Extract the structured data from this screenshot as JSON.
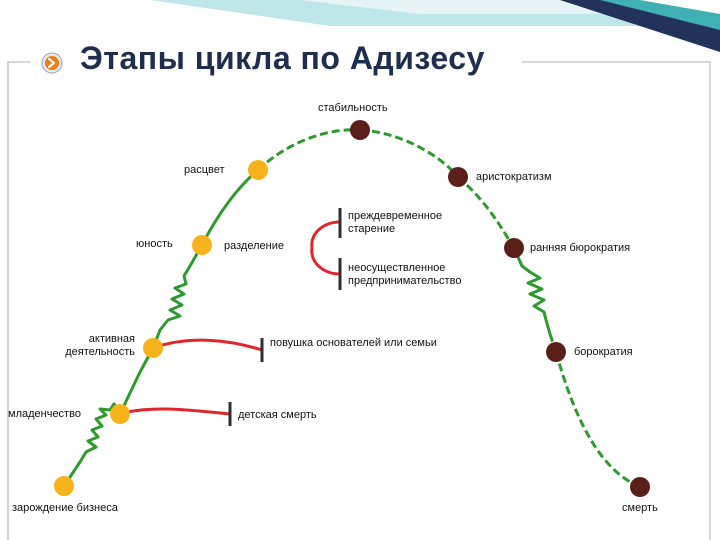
{
  "title": "Этапы цикла по Адизесу",
  "colors": {
    "growth_line": "#2e9a2e",
    "trap_line": "#e0262b",
    "young_node": "#f7b21c",
    "old_node": "#5b1f1a",
    "title": "#1f2d4e",
    "accent_teal": "#3fb0b4",
    "accent_navy": "#23325a"
  },
  "stages": {
    "birth": "зарождение бизнеса",
    "infancy": "младенчество",
    "go_go": "активная деятельность",
    "youth": "юность",
    "prime": "расцвет",
    "stability": "стабильность",
    "aristocracy": "аристократизм",
    "early_bureaucracy": "ранняя бюрократия",
    "bureaucracy": "борократия",
    "death": "смерть"
  },
  "traps": {
    "divorce": "разделение",
    "infant_death": "детская смерть",
    "founder_trap": "повушка основателей или семьи",
    "premature_aging": "преждевременное старение",
    "unfulfilled_entrepreneurship": "неосуществленное предпринимательство"
  }
}
